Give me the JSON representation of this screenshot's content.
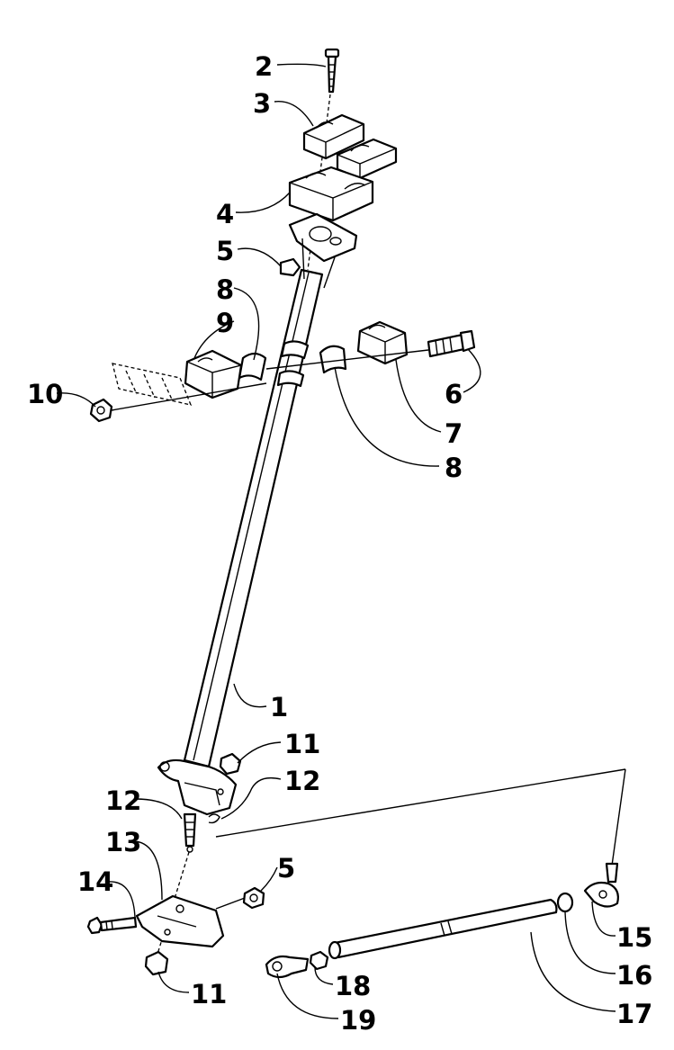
{
  "callouts": [
    {
      "id": "c1",
      "text": "1"
    },
    {
      "id": "c2",
      "text": "2"
    },
    {
      "id": "c3",
      "text": "3"
    },
    {
      "id": "c4",
      "text": "4"
    },
    {
      "id": "c5a",
      "text": "5"
    },
    {
      "id": "c5b",
      "text": "5"
    },
    {
      "id": "c6",
      "text": "6"
    },
    {
      "id": "c7",
      "text": "7"
    },
    {
      "id": "c8a",
      "text": "8"
    },
    {
      "id": "c8b",
      "text": "8"
    },
    {
      "id": "c9",
      "text": "9"
    },
    {
      "id": "c10",
      "text": "10"
    },
    {
      "id": "c11a",
      "text": "11"
    },
    {
      "id": "c11b",
      "text": "11"
    },
    {
      "id": "c12a",
      "text": "12"
    },
    {
      "id": "c12b",
      "text": "12"
    },
    {
      "id": "c13",
      "text": "13"
    },
    {
      "id": "c14",
      "text": "14"
    },
    {
      "id": "c15",
      "text": "15"
    },
    {
      "id": "c16",
      "text": "16"
    },
    {
      "id": "c17",
      "text": "17"
    },
    {
      "id": "c18",
      "text": "18"
    },
    {
      "id": "c19",
      "text": "19"
    }
  ]
}
